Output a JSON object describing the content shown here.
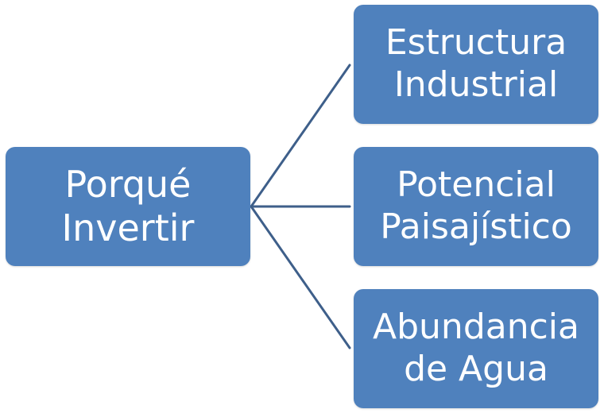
{
  "diagram": {
    "root": {
      "line1": "Porqué",
      "line2": "Invertir"
    },
    "children": [
      {
        "line1": "Estructura",
        "line2": "Industrial"
      },
      {
        "line1": "Potencial",
        "line2": "Paisajístico"
      },
      {
        "line1": "Abundancia",
        "line2": "de Agua"
      }
    ],
    "colors": {
      "node_fill": "#4f81bd",
      "node_text": "#ffffff",
      "connector": "#3e5f8a"
    }
  }
}
